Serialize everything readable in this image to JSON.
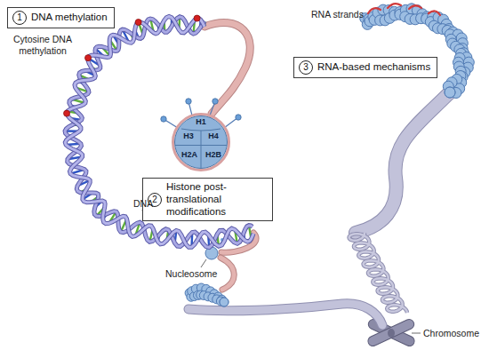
{
  "diagram": {
    "nodes": [
      {
        "text": [
          "1",
          "DNA methylation"
        ]
      },
      {
        "text": [
          "3",
          "RNA-based mechanisms"
        ]
      },
      {
        "text": [
          "H1",
          "H3",
          "H4",
          "H2A",
          "H2B"
        ]
      },
      {
        "text": [
          "2",
          "Histone post-translational modifications"
        ]
      }
    ],
    "labels": [
      "Cytosine DNA methylation",
      "RNA strands",
      "DNA",
      "Nucleosome",
      "Chromosome"
    ]
  }
}
